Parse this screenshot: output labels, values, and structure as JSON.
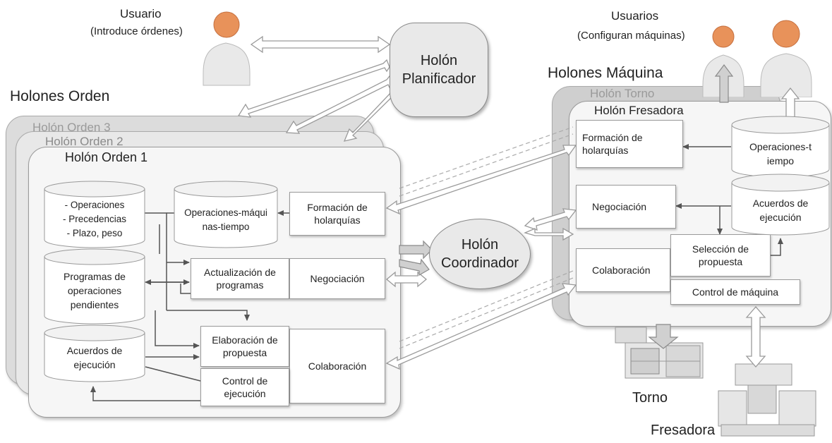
{
  "users": {
    "user_left_title": "Usuario",
    "user_left_sub": "(Introduce órdenes)",
    "users_right_title": "Usuarios",
    "users_right_sub": "(Configuran máquinas)"
  },
  "central": {
    "planificador": "Holón Planificador",
    "coordinador": "Holón Coordinador"
  },
  "orders": {
    "group_title": "Holones Orden",
    "holon3": "Holón Orden 3",
    "holon2": "Holón Orden 2",
    "holon1": "Holón Orden 1",
    "db_operaciones_1": "- Operaciones",
    "db_operaciones_2": "- Precedencias",
    "db_operaciones_3": "- Plazo, peso",
    "db_programas": "Programas de operaciones pendientes",
    "db_acuerdos": "Acuerdos de ejecución",
    "db_op_maq_tiempo": "Operaciones-máquinas-tiempo",
    "box_formacion": "Formación de holarquías",
    "box_actualizacion": "Actualización de programas",
    "box_negociacion": "Negociación",
    "box_elaboracion": "Elaboración de propuesta",
    "box_colaboracion": "Colaboración",
    "box_control": "Control de ejecución"
  },
  "machines": {
    "group_title": "Holones Máquina",
    "holon_torno": "Holón Torno",
    "holon_fresadora": "Holón Fresadora",
    "box_formacion": "Formación de holarquías",
    "box_negociacion": "Negociación",
    "box_colaboracion": "Colaboración",
    "box_seleccion": "Selección de propuesta",
    "box_control": "Control de máquina",
    "db_operaciones_tiempo": "Operaciones-tiempo",
    "db_acuerdos": "Acuerdos de ejecución",
    "label_torno": "Torno",
    "label_fresadora": "Fresadora"
  },
  "colors": {
    "panel": "#f6f6f6",
    "holon": "#e9e9e9",
    "arrow": "#555555",
    "user_head": "#e8925a"
  }
}
